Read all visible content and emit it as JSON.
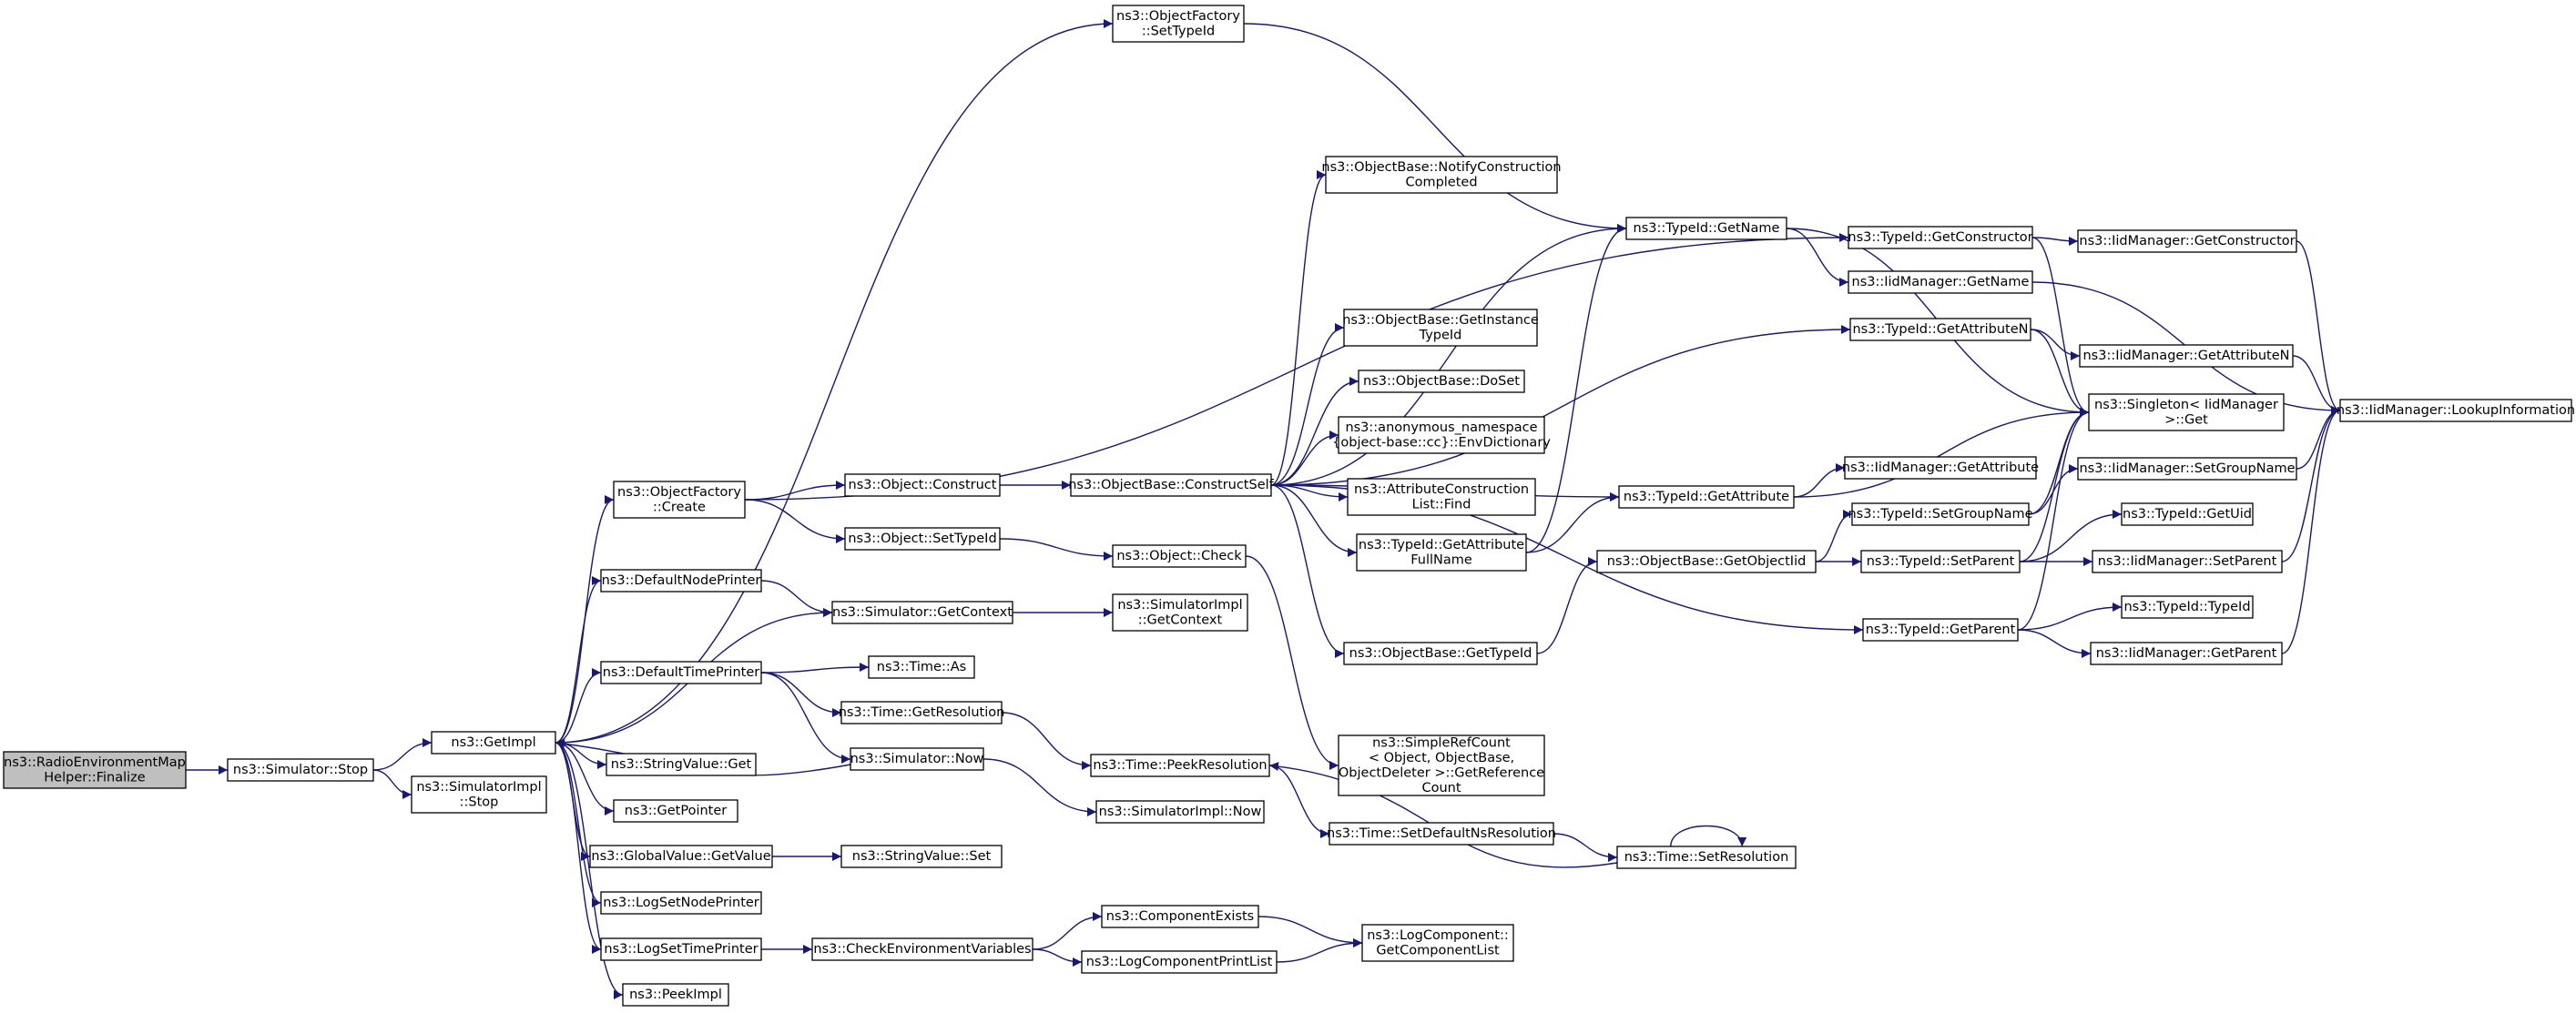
{
  "colors": {
    "edge": "#191970",
    "root_fill": "#bfbfbf",
    "node_fill": "#ffffff",
    "node_border": "#000000"
  },
  "nodes": {
    "finalize": [
      "ns3::RadioEnvironmentMap",
      "Helper::Finalize"
    ],
    "simulator_stop": [
      "ns3::Simulator::Stop"
    ],
    "getimpl": [
      "ns3::GetImpl"
    ],
    "simulatorimpl_stop": [
      "ns3::SimulatorImpl",
      "::Stop"
    ],
    "objectfactory_create": [
      "ns3::ObjectFactory",
      "::Create"
    ],
    "defaultnodeprinter": [
      "ns3::DefaultNodePrinter"
    ],
    "defaulttimeprinter": [
      "ns3::DefaultTimePrinter"
    ],
    "stringvalue_get": [
      "ns3::StringValue::Get"
    ],
    "getpointer": [
      "ns3::GetPointer"
    ],
    "globalvalue_getvalue": [
      "ns3::GlobalValue::GetValue"
    ],
    "logsetnodeprinter": [
      "ns3::LogSetNodePrinter"
    ],
    "logsettimeprinter": [
      "ns3::LogSetTimePrinter"
    ],
    "peekimpl": [
      "ns3::PeekImpl"
    ],
    "objectfactory_settypeid": [
      "ns3::ObjectFactory",
      "::SetTypeId"
    ],
    "object_construct": [
      "ns3::Object::Construct"
    ],
    "object_settypeid": [
      "ns3::Object::SetTypeId"
    ],
    "simulator_getcontext": [
      "ns3::Simulator::GetContext"
    ],
    "time_as": [
      "ns3::Time::As"
    ],
    "time_getresolution": [
      "ns3::Time::GetResolution"
    ],
    "simulator_now": [
      "ns3::Simulator::Now"
    ],
    "stringvalue_set": [
      "ns3::StringValue::Set"
    ],
    "checkenvironmentvariables": [
      "ns3::CheckEnvironmentVariables"
    ],
    "objectbase_constructself": [
      "ns3::ObjectBase::ConstructSelf"
    ],
    "object_check": [
      "ns3::Object::Check"
    ],
    "simulatorimpl_getcontext": [
      "ns3::SimulatorImpl",
      "::GetContext"
    ],
    "time_peekresolution": [
      "ns3::Time::PeekResolution"
    ],
    "simulatorimpl_now": [
      "ns3::SimulatorImpl::Now"
    ],
    "componentexists": [
      "ns3::ComponentExists"
    ],
    "logcomponentprintlist": [
      "ns3::LogComponentPrintList"
    ],
    "notifyconstructioncompleted": [
      "ns3::ObjectBase::NotifyConstruction",
      "Completed"
    ],
    "getinstancetypeid": [
      "ns3::ObjectBase::GetInstance",
      "TypeId"
    ],
    "doset": [
      "ns3::ObjectBase::DoSet"
    ],
    "envdictionary": [
      "ns3::anonymous_namespace",
      "{object-base::cc}::EnvDictionary"
    ],
    "attributeconstructionlist_find": [
      "ns3::AttributeConstruction",
      "List::Find"
    ],
    "getattributefullname": [
      "ns3::TypeId::GetAttribute",
      "FullName"
    ],
    "objectbase_gettypeid": [
      "ns3::ObjectBase::GetTypeId"
    ],
    "simplerefcount": [
      "ns3::SimpleRefCount",
      "< Object, ObjectBase,",
      "ObjectDeleter >::GetReference",
      "Count"
    ],
    "time_setdefaultnsresolution": [
      "ns3::Time::SetDefaultNsResolution"
    ],
    "logcomponent_getcomponentlist": [
      "ns3::LogComponent::",
      "GetComponentList"
    ],
    "typeid_getname": [
      "ns3::TypeId::GetName"
    ],
    "typeid_getattribute": [
      "ns3::TypeId::GetAttribute"
    ],
    "getobjectiid": [
      "ns3::ObjectBase::GetObjectIid"
    ],
    "time_setresolution": [
      "ns3::Time::SetResolution"
    ],
    "typeid_getconstructor": [
      "ns3::TypeId::GetConstructor"
    ],
    "iidmanager_getname": [
      "ns3::IidManager::GetName"
    ],
    "typeid_getattributen": [
      "ns3::TypeId::GetAttributeN"
    ],
    "iidmanager_getattribute": [
      "ns3::IidManager::GetAttribute"
    ],
    "typeid_setgroupname": [
      "ns3::TypeId::SetGroupName"
    ],
    "typeid_setparent": [
      "ns3::TypeId::SetParent"
    ],
    "typeid_getparent": [
      "ns3::TypeId::GetParent"
    ],
    "iidmanager_getconstructor": [
      "ns3::IidManager::GetConstructor"
    ],
    "iidmanager_getattributen": [
      "ns3::IidManager::GetAttributeN"
    ],
    "singleton_get": [
      "ns3::Singleton< IidManager",
      ">::Get"
    ],
    "iidmanager_setgroupname": [
      "ns3::IidManager::SetGroupName"
    ],
    "typeid_getuid": [
      "ns3::TypeId::GetUid"
    ],
    "iidmanager_setparent": [
      "ns3::IidManager::SetParent"
    ],
    "typeid_typeid": [
      "ns3::TypeId::TypeId"
    ],
    "iidmanager_getparent": [
      "ns3::IidManager::GetParent"
    ],
    "iidmanager_lookupinformation": [
      "ns3::IidManager::LookupInformation"
    ]
  },
  "edges": [
    [
      "finalize",
      "simulator_stop"
    ],
    [
      "simulator_stop",
      "getimpl"
    ],
    [
      "simulator_stop",
      "simulatorimpl_stop"
    ],
    [
      "getimpl",
      "objectfactory_settypeid"
    ],
    [
      "getimpl",
      "objectfactory_create"
    ],
    [
      "getimpl",
      "defaultnodeprinter"
    ],
    [
      "getimpl",
      "simulator_getcontext"
    ],
    [
      "getimpl",
      "defaulttimeprinter"
    ],
    [
      "getimpl",
      "stringvalue_get"
    ],
    [
      "getimpl",
      "getpointer"
    ],
    [
      "getimpl",
      "globalvalue_getvalue"
    ],
    [
      "getimpl",
      "logsetnodeprinter"
    ],
    [
      "getimpl",
      "logsettimeprinter"
    ],
    [
      "getimpl",
      "peekimpl"
    ],
    [
      "simulator_now",
      "getimpl"
    ],
    [
      "objectfactory_settypeid",
      "typeid_getname"
    ],
    [
      "objectfactory_create",
      "typeid_getconstructor"
    ],
    [
      "objectfactory_create",
      "object_construct"
    ],
    [
      "objectfactory_create",
      "object_settypeid"
    ],
    [
      "defaultnodeprinter",
      "simulator_getcontext"
    ],
    [
      "defaulttimeprinter",
      "time_as"
    ],
    [
      "defaulttimeprinter",
      "time_getresolution"
    ],
    [
      "defaulttimeprinter",
      "simulator_now"
    ],
    [
      "globalvalue_getvalue",
      "stringvalue_set"
    ],
    [
      "logsettimeprinter",
      "checkenvironmentvariables"
    ],
    [
      "object_construct",
      "objectbase_constructself"
    ],
    [
      "object_settypeid",
      "object_check"
    ],
    [
      "simulator_getcontext",
      "simulatorimpl_getcontext"
    ],
    [
      "time_getresolution",
      "time_peekresolution"
    ],
    [
      "simulator_now",
      "simulatorimpl_now"
    ],
    [
      "checkenvironmentvariables",
      "componentexists"
    ],
    [
      "checkenvironmentvariables",
      "logcomponentprintlist"
    ],
    [
      "objectbase_constructself",
      "notifyconstructioncompleted"
    ],
    [
      "objectbase_constructself",
      "typeid_getname"
    ],
    [
      "objectbase_constructself",
      "typeid_getattributen"
    ],
    [
      "objectbase_constructself",
      "getinstancetypeid"
    ],
    [
      "objectbase_constructself",
      "doset"
    ],
    [
      "objectbase_constructself",
      "envdictionary"
    ],
    [
      "objectbase_constructself",
      "attributeconstructionlist_find"
    ],
    [
      "objectbase_constructself",
      "getattributefullname"
    ],
    [
      "objectbase_constructself",
      "typeid_getattribute"
    ],
    [
      "objectbase_constructself",
      "objectbase_gettypeid"
    ],
    [
      "objectbase_constructself",
      "typeid_getparent"
    ],
    [
      "object_check",
      "simplerefcount"
    ],
    [
      "componentexists",
      "logcomponent_getcomponentlist"
    ],
    [
      "logcomponentprintlist",
      "logcomponent_getcomponentlist"
    ],
    [
      "getattributefullname",
      "typeid_getname"
    ],
    [
      "getattributefullname",
      "typeid_getattribute"
    ],
    [
      "objectbase_gettypeid",
      "getobjectiid"
    ],
    [
      "time_setdefaultnsresolution",
      "time_setresolution"
    ],
    [
      "time_peekresolution",
      "time_setdefaultnsresolution"
    ],
    [
      "time_setresolution",
      "time_peekresolution"
    ],
    [
      "time_setresolution",
      "time_setresolution"
    ],
    [
      "typeid_getname",
      "iidmanager_getname"
    ],
    [
      "typeid_getname",
      "singleton_get"
    ],
    [
      "typeid_getattribute",
      "iidmanager_getattribute"
    ],
    [
      "typeid_getattribute",
      "singleton_get"
    ],
    [
      "getobjectiid",
      "typeid_setgroupname"
    ],
    [
      "getobjectiid",
      "typeid_setparent"
    ],
    [
      "typeid_getconstructor",
      "iidmanager_getconstructor"
    ],
    [
      "typeid_getconstructor",
      "singleton_get"
    ],
    [
      "iidmanager_getname",
      "iidmanager_lookupinformation"
    ],
    [
      "typeid_getattributen",
      "iidmanager_getattributen"
    ],
    [
      "typeid_getattributen",
      "singleton_get"
    ],
    [
      "typeid_setgroupname",
      "iidmanager_setgroupname"
    ],
    [
      "typeid_setgroupname",
      "singleton_get"
    ],
    [
      "typeid_setparent",
      "typeid_getuid"
    ],
    [
      "typeid_setparent",
      "iidmanager_setparent"
    ],
    [
      "typeid_setparent",
      "singleton_get"
    ],
    [
      "typeid_getparent",
      "typeid_typeid"
    ],
    [
      "typeid_getparent",
      "iidmanager_getparent"
    ],
    [
      "typeid_getparent",
      "singleton_get"
    ],
    [
      "iidmanager_getconstructor",
      "iidmanager_lookupinformation"
    ],
    [
      "iidmanager_getattributen",
      "iidmanager_lookupinformation"
    ],
    [
      "iidmanager_setgroupname",
      "iidmanager_lookupinformation"
    ],
    [
      "iidmanager_setparent",
      "iidmanager_lookupinformation"
    ],
    [
      "iidmanager_getparent",
      "iidmanager_lookupinformation"
    ]
  ]
}
